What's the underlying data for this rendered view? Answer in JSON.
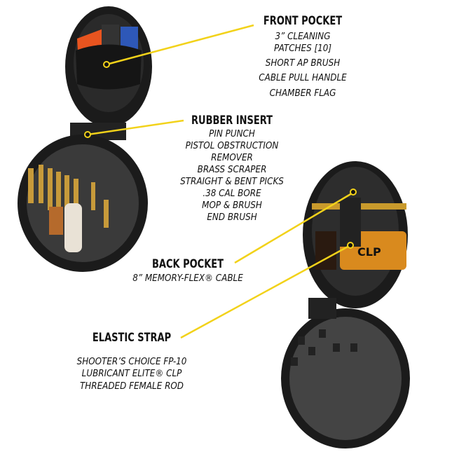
{
  "accent_color": "#f2d21a",
  "callouts": {
    "front_pocket": {
      "title": "FRONT POCKET",
      "items": [
        "3” CLEANING",
        "PATCHES [10]",
        "SHORT AP BRUSH",
        "CABLE PULL HANDLE",
        "CHAMBER FLAG"
      ]
    },
    "rubber_insert": {
      "title": "RUBBER INSERT",
      "items": [
        "PIN PUNCH",
        "PISTOL OBSTRUCTION",
        "REMOVER",
        "BRASS SCRAPER",
        "STRAIGHT & BENT PICKS",
        ".38 CAL BORE",
        "MOP & BRUSH",
        "END BRUSH"
      ]
    },
    "back_pocket": {
      "title": "BACK POCKET",
      "items": [
        "8” MEMORY-FLEX® CABLE"
      ]
    },
    "elastic_strap": {
      "title": "ELASTIC STRAP",
      "items": [
        "SHOOTER’S CHOICE FP-10",
        "LUBRICANT ELITE® CLP",
        "THREADED FEMALE ROD"
      ]
    }
  },
  "product_label": "CLP"
}
